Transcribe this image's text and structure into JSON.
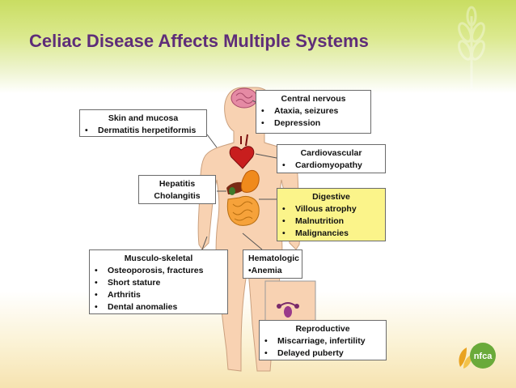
{
  "title": "Celiac Disease Affects Multiple Systems",
  "colors": {
    "title": "#5e2d79",
    "highlight_box": "#fbf48a",
    "logo": "#6aaa3a"
  },
  "boxes": {
    "central_nervous": {
      "heading": "Central nervous",
      "items": [
        "Ataxia, seizures",
        "Depression"
      ]
    },
    "skin": {
      "heading": "Skin and mucosa",
      "items": [
        "Dermatitis herpetiformis"
      ]
    },
    "cardiovascular": {
      "heading": "Cardiovascular",
      "items": [
        "Cardiomyopathy"
      ]
    },
    "hepatitis": {
      "lines": [
        "Hepatitis",
        "Cholangitis"
      ]
    },
    "digestive": {
      "heading": "Digestive",
      "items": [
        "Villous atrophy",
        "Malnutrition",
        "Malignancies"
      ]
    },
    "musculo": {
      "heading": "Musculo-skeletal",
      "items": [
        "Osteoporosis, fractures",
        "Short stature",
        "Arthritis",
        "Dental anomalies"
      ]
    },
    "hematologic": {
      "heading": "Hematologic",
      "items": [
        "•Anemia"
      ]
    },
    "reproductive": {
      "heading": "Reproductive",
      "items": [
        "Miscarriage, infertility",
        "Delayed puberty"
      ]
    }
  },
  "logo": {
    "text": "nfca",
    "icon": "wheat-leaf-icon"
  }
}
